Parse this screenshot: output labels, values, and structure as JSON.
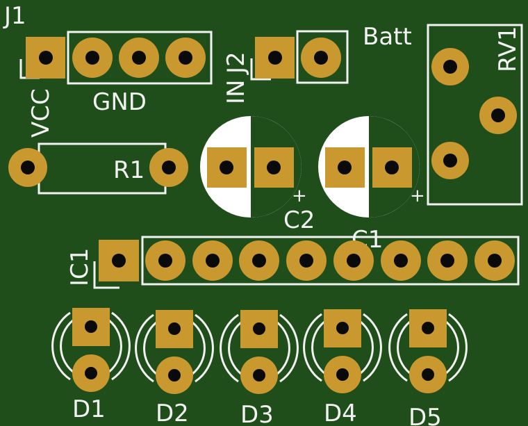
{
  "labels": {
    "j1": "J1",
    "vcc": "VCC",
    "gnd": "GND",
    "j2": "J2",
    "in": "IN",
    "batt": "Batt",
    "rv1": "RV1",
    "r1": "R1",
    "c2": "C2",
    "c1": "C1",
    "plus": "+",
    "ic1": "IC1",
    "d1": "D1",
    "d2": "D2",
    "d3": "D3",
    "d4": "D4",
    "d5": "D5"
  },
  "colors": {
    "board": "#1f4e1b",
    "pad": "#c9982f",
    "silkscreen": "#f2f2f2",
    "drill": "#0a0a0a"
  }
}
